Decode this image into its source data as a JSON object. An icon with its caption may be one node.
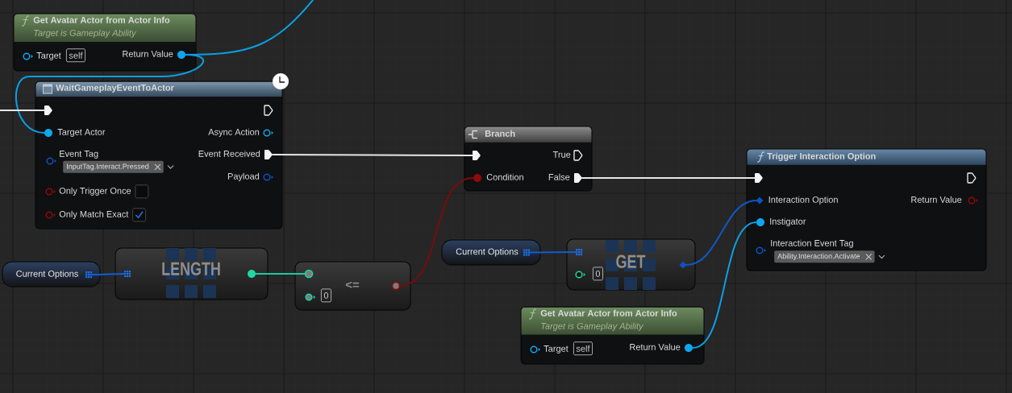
{
  "diagram": {
    "nodes": [
      {
        "text": [
          "Get Avatar Actor from Actor Info",
          "Target is Gameplay Ability",
          "Target",
          "self"
        ]
      },
      {
        "text": [
          "Return Value"
        ],
        "in": 0
      },
      {
        "text": [
          "WaitGameplayEventToActor",
          "Async Action",
          "Event Tag",
          "InputTag.Interact.Pressed",
          "Payload",
          "Only Trigger Once",
          "Only Match Exact"
        ]
      },
      {
        "text": [],
        "shape": "pentagon",
        "in": 2
      },
      {
        "text": [
          "Target Actor"
        ],
        "in": 2
      },
      {
        "text": [
          "Event Received"
        ],
        "in": 2
      },
      {
        "text": [
          "Branch",
          "True"
        ]
      },
      {
        "text": [],
        "shape": "pentagon",
        "in": 6
      },
      {
        "text": [
          "Condition"
        ],
        "in": 6
      },
      {
        "text": [
          "False"
        ],
        "in": 6
      },
      {
        "text": [
          "Trigger Interaction Option",
          "Return Value",
          "Interaction Event Tag",
          "Ability.Interaction.Activate"
        ]
      },
      {
        "text": [],
        "shape": "pentagon",
        "in": 10
      },
      {
        "text": [
          "Interaction Option"
        ],
        "in": 10
      },
      {
        "text": [
          "Instigator"
        ],
        "in": 10
      },
      {
        "text": [
          "Current Options"
        ]
      },
      {
        "text": [],
        "shape": "grid",
        "in": 14
      },
      {
        "text": [
          "LENGTH"
        ]
      },
      {
        "text": [],
        "shape": "grid",
        "in": 16
      },
      {
        "text": [],
        "shape": "circle",
        "in": 16
      },
      {
        "text": [
          "<=",
          "0"
        ]
      },
      {
        "text": [],
        "shape": "circle",
        "in": 19
      },
      {
        "text": [],
        "shape": "circle",
        "in": 19
      },
      {
        "text": [
          "Current Options"
        ]
      },
      {
        "text": [],
        "shape": "grid",
        "in": 22
      },
      {
        "text": [
          "GET",
          "0"
        ]
      },
      {
        "text": [],
        "shape": "grid",
        "in": 24
      },
      {
        "text": [],
        "shape": "diamond",
        "in": 24
      },
      {
        "text": [
          "Get Avatar Actor from Actor Info",
          "Target is Gameplay Ability",
          "Target",
          "self"
        ]
      },
      {
        "text": [
          "Return Value"
        ],
        "in": 27
      }
    ],
    "edges": [
      {
        "from": 1,
        "to": null,
        "arrow": "none",
        "color": "#0a9fe4"
      },
      {
        "from": 1,
        "to": 4,
        "arrow": "none",
        "color": "#0a9fe4"
      },
      {
        "from": null,
        "to": 3,
        "arrow": "none",
        "color": "#e6e6e6"
      },
      {
        "from": 5,
        "to": 7,
        "arrow": "none",
        "color": "#e6e6e6"
      },
      {
        "from": 15,
        "to": 17,
        "arrow": "none",
        "color": "#0d5ed6"
      },
      {
        "from": 18,
        "to": 20,
        "arrow": "none",
        "color": "#1fc79c"
      },
      {
        "from": 21,
        "to": 8,
        "arrow": "none",
        "color": "#7a0b0b"
      },
      {
        "from": 9,
        "to": 11,
        "arrow": "none",
        "color": "#e6e6e6"
      },
      {
        "from": 23,
        "to": 25,
        "arrow": "none",
        "color": "#0d5ed6"
      },
      {
        "from": 26,
        "to": 12,
        "arrow": "none",
        "color": "#0f57c6"
      },
      {
        "from": 28,
        "to": 13,
        "arrow": "none",
        "color": "#0a9fe4"
      }
    ]
  }
}
